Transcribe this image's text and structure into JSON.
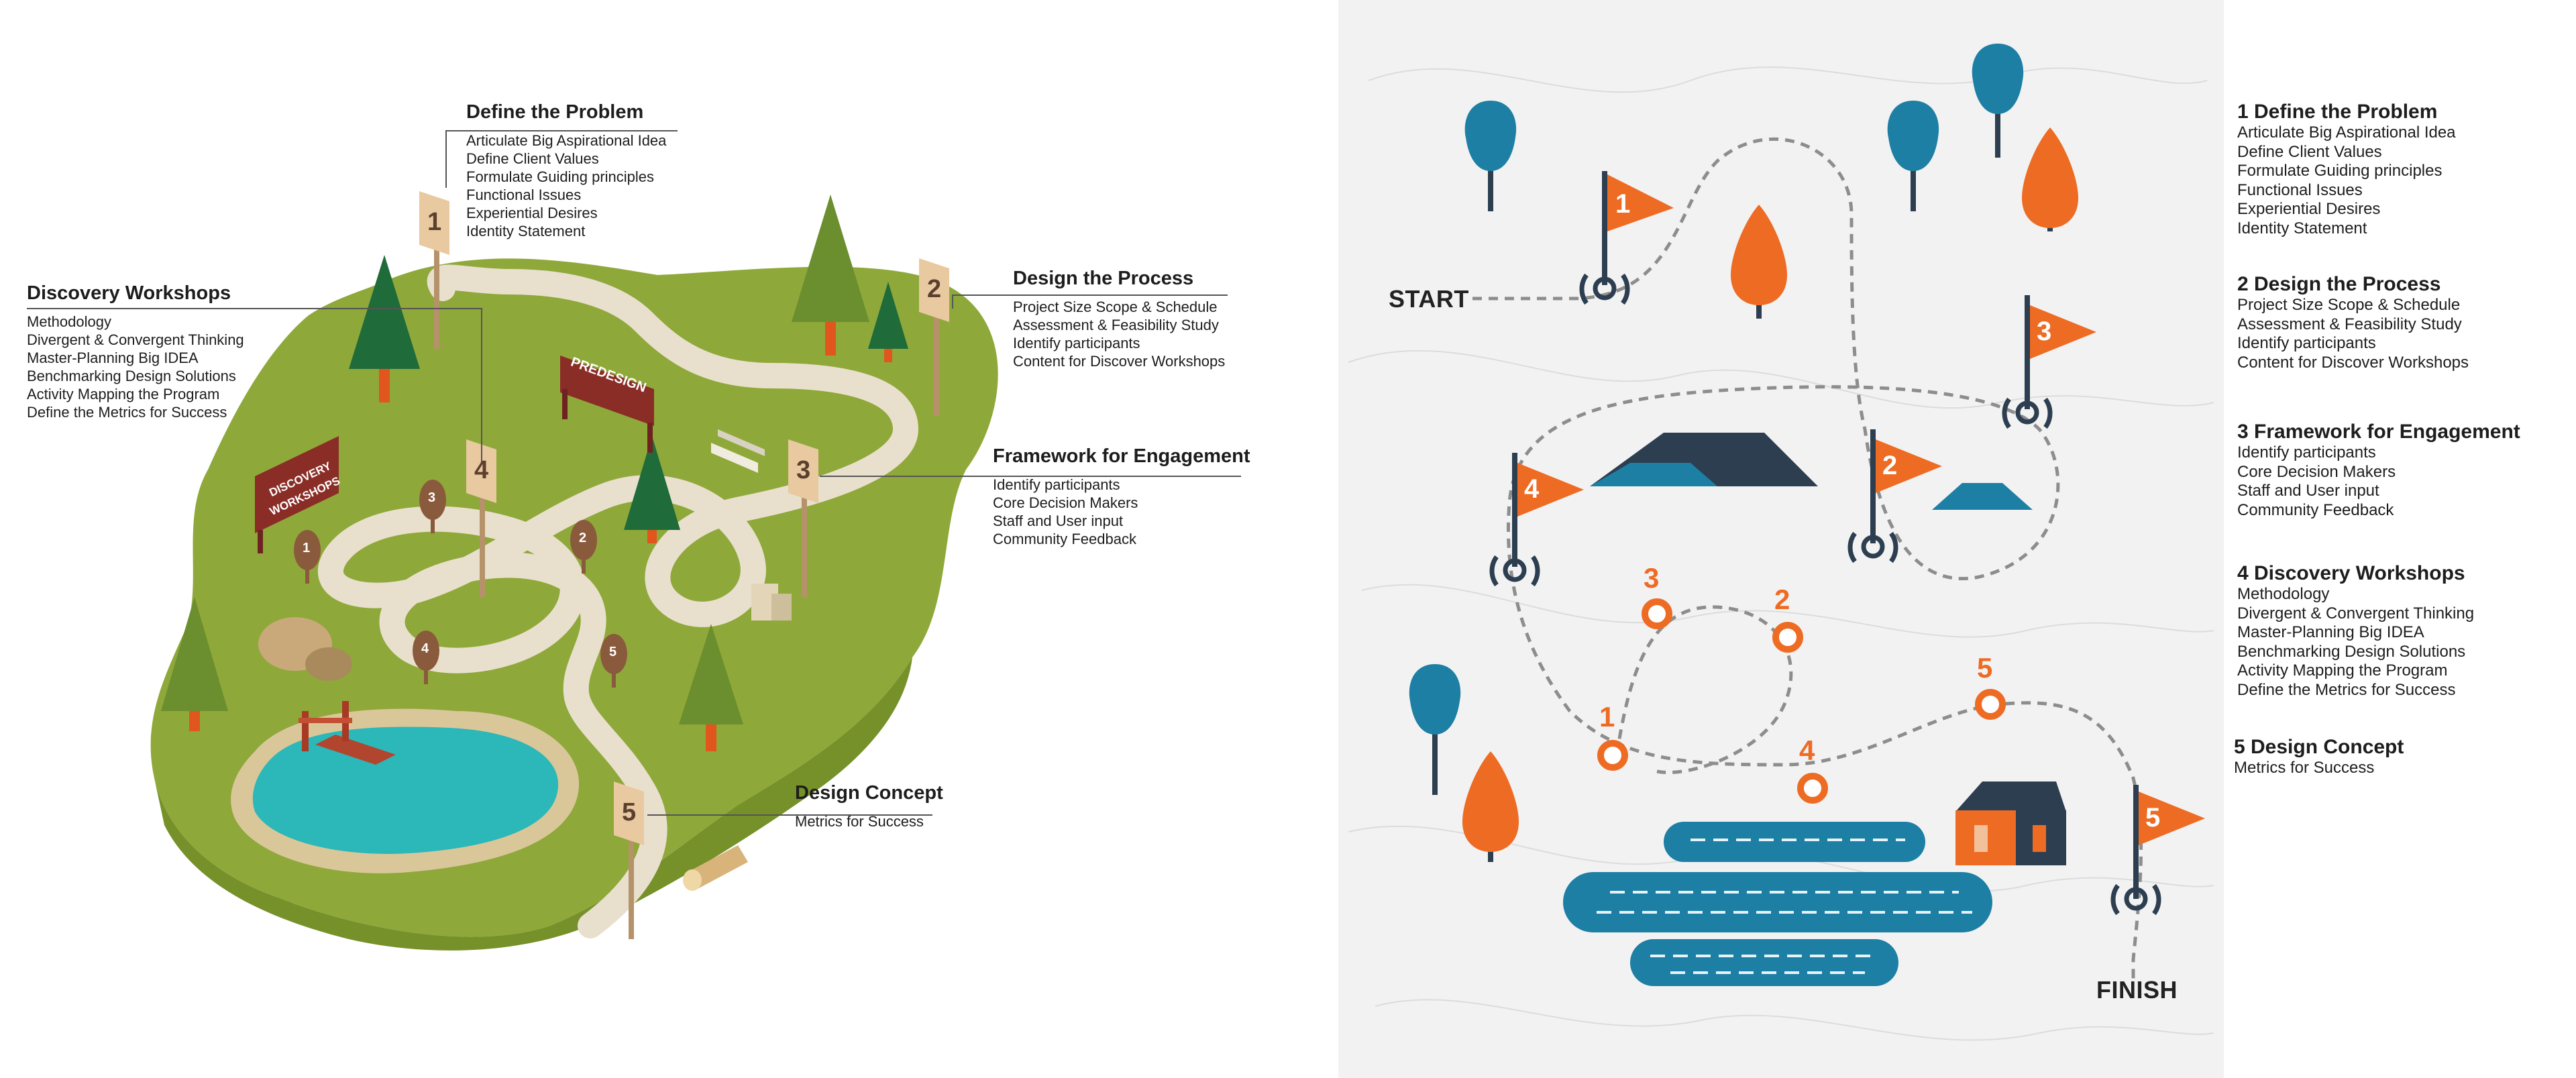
{
  "left": {
    "sections": [
      {
        "title": "Define the Problem",
        "items": [
          "Articulate Big Aspirational Idea",
          "Define Client Values",
          "Formulate Guiding principles",
          "Functional Issues",
          "Experiential Desires",
          "Identity Statement"
        ]
      },
      {
        "title": "Design the Process",
        "items": [
          "Project Size Scope & Schedule",
          "Assessment & Feasibility Study",
          "Identify participants",
          "Content for Discover Workshops"
        ]
      },
      {
        "title": "Framework for Engagement",
        "items": [
          "Identify participants",
          "Core Decision Makers",
          "Staff and User input",
          "Community Feedback"
        ]
      },
      {
        "title": "Discovery Workshops",
        "items": [
          "Methodology",
          "Divergent & Convergent Thinking",
          "Master-Planning Big IDEA",
          "Benchmarking Design Solutions",
          "Activity Mapping the Program",
          "Define the Metrics for Success"
        ]
      },
      {
        "title": "Design Concept",
        "items": [
          "Metrics for Success"
        ]
      }
    ],
    "signs": {
      "predesign": "PREDESIGN",
      "discovery1": "DISCOVERY",
      "discovery2": "WORKSHOPS"
    },
    "posts": [
      "1",
      "2",
      "3",
      "4",
      "5"
    ],
    "stakes": [
      "1",
      "2",
      "3",
      "4",
      "5"
    ]
  },
  "right": {
    "start": "START",
    "finish": "FINISH",
    "flags": [
      "1",
      "2",
      "3",
      "4",
      "5"
    ],
    "points": [
      "1",
      "2",
      "3",
      "4",
      "5"
    ],
    "sections": [
      {
        "title": "1  Define the Problem",
        "items": [
          "Articulate Big Aspirational Idea",
          "Define Client Values",
          "Formulate Guiding principles",
          "Functional Issues",
          "Experiential Desires",
          "Identity Statement"
        ]
      },
      {
        "title": "2 Design the Process",
        "items": [
          "Project Size Scope & Schedule",
          "Assessment & Feasibility Study",
          "Identify participants",
          "Content for Discover Workshops"
        ]
      },
      {
        "title": "3 Framework for Engagement",
        "items": [
          "Identify participants",
          "Core Decision Makers",
          "Staff and User input",
          "Community Feedback"
        ]
      },
      {
        "title": "4 Discovery Workshops",
        "items": [
          "Methodology",
          "Divergent & Convergent Thinking",
          "Master-Planning Big IDEA",
          "Benchmarking Design Solutions",
          "Activity Mapping the Program",
          "Define the Metrics for Success"
        ]
      },
      {
        "title": "5 Design Concept",
        "items": [
          "Metrics for Success"
        ]
      }
    ]
  },
  "colors": {
    "grass": "#8fa83a",
    "path": "#e8e0cd",
    "water": "#2cb7b9",
    "orange": "#ee6b24",
    "navy": "#2c3e50",
    "blue": "#1d7fa3",
    "mapbg": "#f2f2f2"
  }
}
